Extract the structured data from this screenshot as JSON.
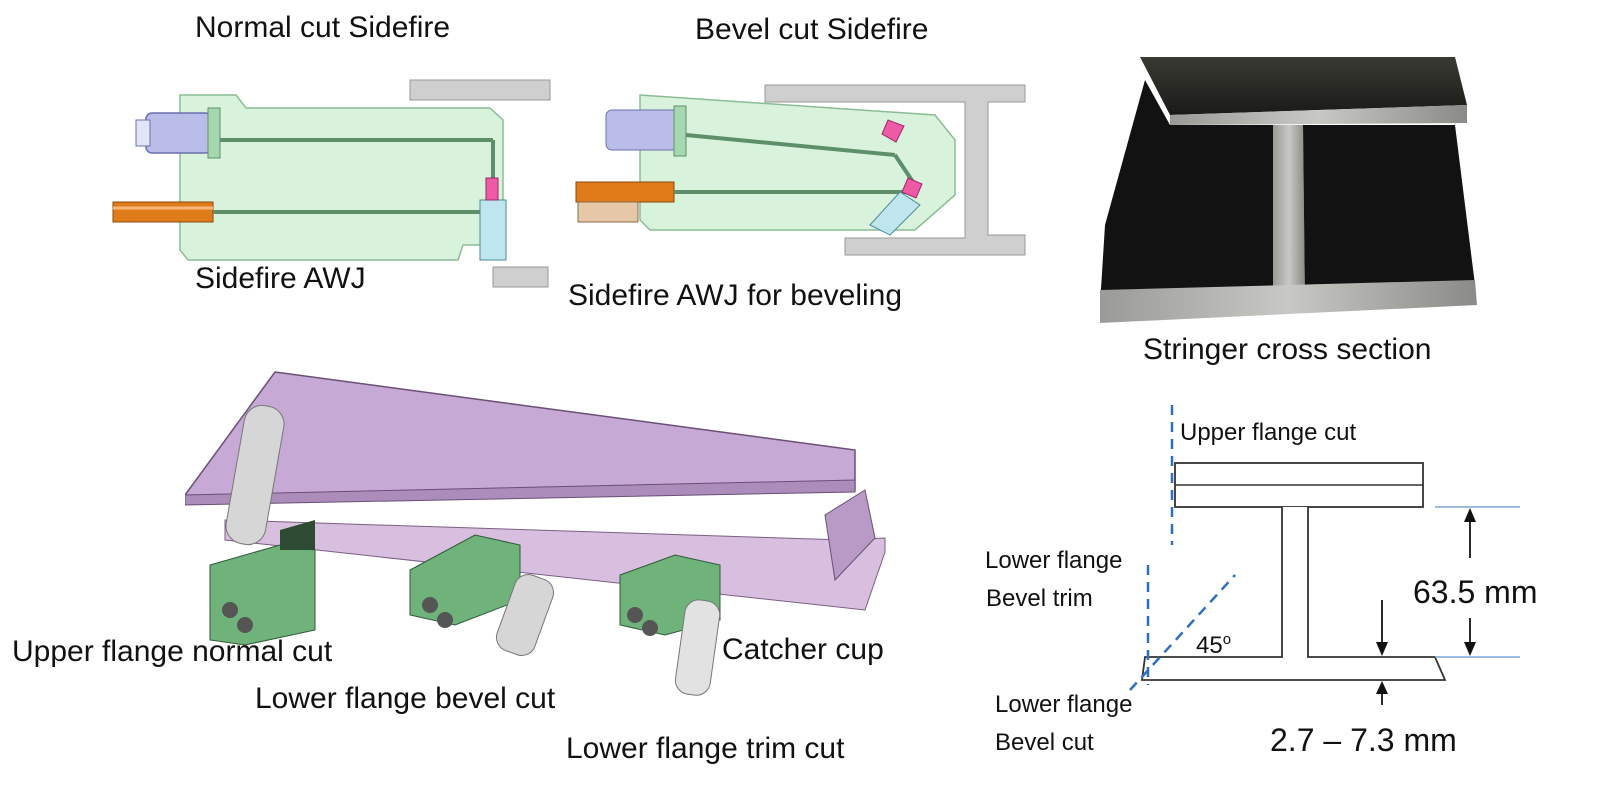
{
  "labels": {
    "normal_cut_sidefire": "Normal cut Sidefire",
    "bevel_cut_sidefire": "Bevel cut Sidefire",
    "sidefire_awj": "Sidefire AWJ",
    "sidefire_awj_beveling": "Sidefire AWJ for beveling",
    "stringer_cross_section": "Stringer cross section",
    "upper_flange_normal_cut": "Upper flange normal cut",
    "lower_flange_bevel_cut_tool": "Lower flange bevel cut",
    "lower_flange_trim_cut": "Lower flange trim cut",
    "catcher_cup": "Catcher cup",
    "upper_flange_cut": "Upper flange cut",
    "lower_flange_bevel_trim_1": "Lower flange",
    "lower_flange_bevel_trim_2": "Bevel trim",
    "lower_flange_bevel_cut_1": "Lower flange",
    "lower_flange_bevel_cut_2": "Bevel cut",
    "angle": "45",
    "angle_unit": "o",
    "dim_height": "63.5 mm",
    "dim_thickness": "2.7 – 7.3 mm"
  },
  "colors": {
    "nozzle_body": "#d9f2dc",
    "nozzle_outline": "#5e8f6b",
    "tube_orange": "#e07b1a",
    "connector_blue": "#b9bde8",
    "part_grey": "#cfcfcf",
    "beam_purple": "#c6a9d4",
    "actuator_green": "#6fb27a",
    "dash_blue": "#2f6fc0"
  }
}
